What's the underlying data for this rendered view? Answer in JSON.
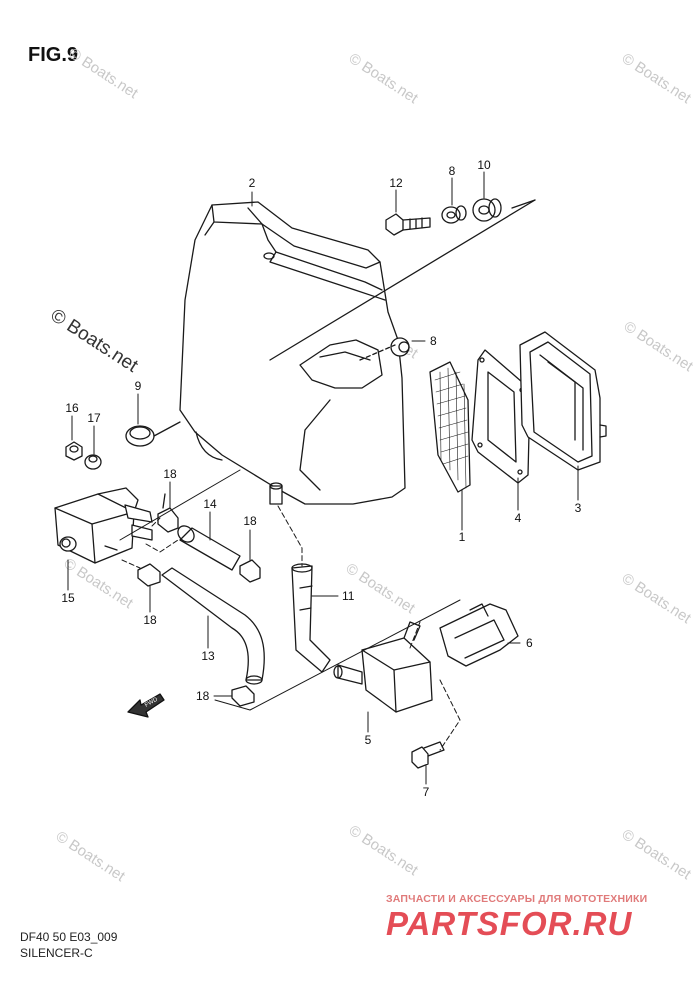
{
  "figure": {
    "title": "FIG.9",
    "model_code": "DF40 50 E03_009",
    "section": "SILENCER-C"
  },
  "watermark": {
    "main": "© Boats.net",
    "repeat": "© Boats.net"
  },
  "shop": {
    "tagline": "ЗАПЧАСТИ И АКСЕССУАРЫ ДЛЯ МОТОТЕХНИКИ",
    "logo": "PARTSFOR.RU"
  },
  "direction_label": "FWD",
  "callouts": [
    "1",
    "2",
    "3",
    "4",
    "5",
    "6",
    "7",
    "8",
    "8",
    "9",
    "10",
    "11",
    "12",
    "13",
    "14",
    "15",
    "16",
    "17",
    "18",
    "18",
    "18",
    "18"
  ]
}
